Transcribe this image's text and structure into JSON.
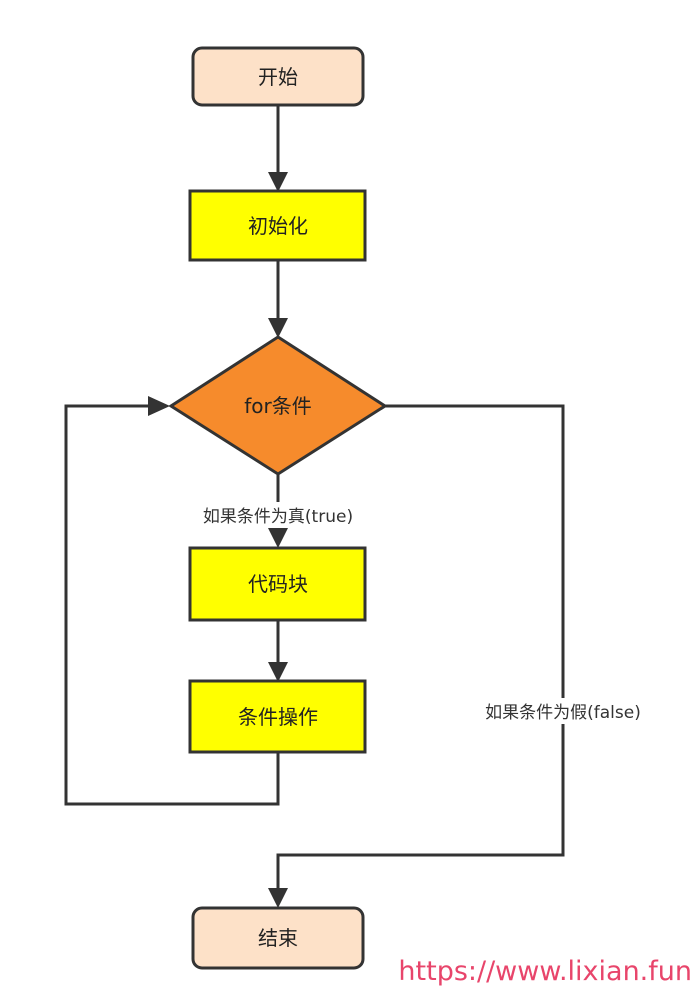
{
  "nodes": {
    "start": "开始",
    "init": "初始化",
    "for_condition": "for条件",
    "code_block": "代码块",
    "condition_op": "条件操作",
    "end": "结束"
  },
  "edges": {
    "true_label": "如果条件为真(true)",
    "false_label": "如果条件为假(false)"
  },
  "watermark": "https://www.lixian.fun",
  "colors": {
    "terminal_fill": "#fde1c8",
    "process_fill": "#ffff00",
    "decision_fill": "#f68b2c",
    "stroke": "#333333",
    "watermark": "#e8456b"
  }
}
